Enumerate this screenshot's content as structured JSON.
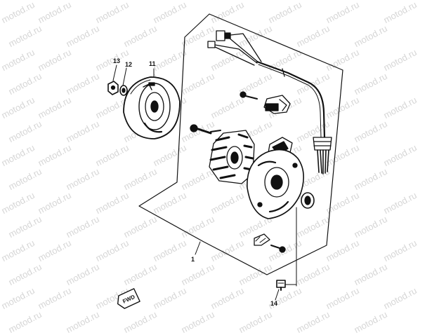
{
  "watermark": "motod.ru",
  "callouts": {
    "assembly": "1",
    "rotor": "11",
    "washer": "12",
    "nut": "13",
    "bolt": "14"
  },
  "direction_marker": "FWD",
  "colors": {
    "ink": "#111111",
    "watermark": "#d6d6d6"
  }
}
